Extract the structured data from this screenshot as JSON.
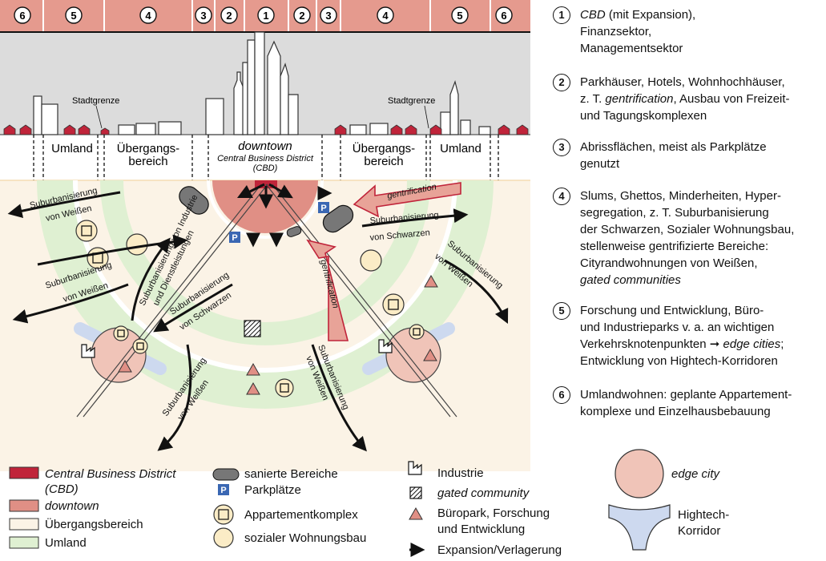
{
  "colors": {
    "cbd": "#c0243a",
    "downtown": "#e08f85",
    "uebergang": "#fbf3e6",
    "umland": "#dff0d2",
    "sky": "#dcdcdc",
    "header": "#e59a8e",
    "sanierte": "#777777",
    "parking": "#3a67b3",
    "appt": "#fbecc6",
    "edgecity": "#f0c4b8",
    "hightech": "#cdd9ef"
  },
  "header_numbers": [
    "6",
    "5",
    "4",
    "3",
    "2",
    "1",
    "2",
    "3",
    "4",
    "5",
    "6"
  ],
  "zones": {
    "umland_left": "Umland",
    "uebergang_left_1": "Übergangs-",
    "uebergang_left_2": "bereich",
    "downtown": "downtown",
    "cbd_1": "Central Business District",
    "cbd_2": "(CBD)",
    "uebergang_right_1": "Übergangs-",
    "uebergang_right_2": "bereich",
    "umland_right": "Umland",
    "stadtgrenze_left": "Stadtgrenze",
    "stadtgrenze_right": "Stadtgrenze"
  },
  "map_labels": {
    "sub_weissen_1a": "Suburbanisierung",
    "sub_weissen_1b": "von Weißen",
    "sub_schwarzen_1a": "Suburbanisierung",
    "sub_schwarzen_1b": "von Schwarzen",
    "gentrification_1": "gentrification",
    "gentrification_2": "gentrification",
    "sub_industrie_a": "Suburbanisierung von Industrie",
    "sub_industrie_b": "und Dienstleistungen",
    "sub_weissen_2a": "Suburbanisierung",
    "sub_weissen_2b": "von Weißen",
    "sub_weissen_3a": "Suburbanisierung",
    "sub_weissen_3b": "von Weißen",
    "sub_schwarzen_2a": "Suburbanisierung",
    "sub_schwarzen_2b": "von Schwarzen",
    "sub_weissen_4a": "Suburbanisierung",
    "sub_weissen_4b": "von Weißen",
    "sub_weissen_5a": "Suburbanisierung",
    "sub_weissen_5b": "von Weißen",
    "parking_letter": "P"
  },
  "numbered_legend": [
    {
      "num": "1",
      "lines": [
        [
          {
            "t": "CBD",
            "i": true
          },
          {
            "t": " (mit Expansion),",
            "i": false
          }
        ],
        [
          {
            "t": "Finanzsektor,",
            "i": false
          }
        ],
        [
          {
            "t": "Managementsektor",
            "i": false
          }
        ]
      ]
    },
    {
      "num": "2",
      "lines": [
        [
          {
            "t": "Parkhäuser, Hotels, Wohnhochhäuser,",
            "i": false
          }
        ],
        [
          {
            "t": "z. T. ",
            "i": false
          },
          {
            "t": "gentrification",
            "i": true
          },
          {
            "t": ", Ausbau von Freizeit-",
            "i": false
          }
        ],
        [
          {
            "t": "und Tagungskomplexen",
            "i": false
          }
        ]
      ]
    },
    {
      "num": "3",
      "lines": [
        [
          {
            "t": "Abrissflächen, meist als Parkplätze",
            "i": false
          }
        ],
        [
          {
            "t": "genutzt",
            "i": false
          }
        ]
      ]
    },
    {
      "num": "4",
      "lines": [
        [
          {
            "t": "Slums, Ghettos, Minderheiten, Hyper-",
            "i": false
          }
        ],
        [
          {
            "t": "segregation, z. T. Suburbanisierung",
            "i": false
          }
        ],
        [
          {
            "t": "der Schwarzen, Sozialer Wohnungsbau,",
            "i": false
          }
        ],
        [
          {
            "t": "stellenweise gentrifizierte Bereiche:",
            "i": false
          }
        ],
        [
          {
            "t": "Cityrandwohnungen von Weißen,",
            "i": false
          }
        ],
        [
          {
            "t": "gated communities",
            "i": true
          }
        ]
      ]
    },
    {
      "num": "5",
      "lines": [
        [
          {
            "t": "Forschung und Entwicklung, Büro-",
            "i": false
          }
        ],
        [
          {
            "t": "und Industrieparks v. a. an wichtigen",
            "i": false
          }
        ],
        [
          {
            "t": "Verkehrsknotenpunkten ",
            "i": false
          },
          {
            "t": "➞ ",
            "i": false
          },
          {
            "t": "edge cities",
            "i": true
          },
          {
            "t": ";",
            "i": false
          }
        ],
        [
          {
            "t": "Entwicklung von Hightech-Korridoren",
            "i": false
          }
        ]
      ]
    },
    {
      "num": "6",
      "lines": [
        [
          {
            "t": "Umlandwohnen: geplante Appartement-",
            "i": false
          }
        ],
        [
          {
            "t": "komplexe und Einzelhausbebauung",
            "i": false
          }
        ]
      ]
    }
  ],
  "legend": {
    "cbd_1": "Central Business District",
    "cbd_2": "(CBD)",
    "downtown": "downtown",
    "uebergang": "Übergangsbereich",
    "umland": "Umland",
    "sanierte": "sanierte Bereiche",
    "parkplaetze": "Parkplätze",
    "appartement": "Appartementkomplex",
    "sozial": "sozialer Wohnungsbau",
    "industrie": "Industrie",
    "gated": "gated community",
    "buero_1": "Büropark, Forschung",
    "buero_2": "und Entwicklung",
    "expansion": "Expansion/Verlagerung",
    "edge_city": "edge city",
    "hightech_1": "Hightech-",
    "hightech_2": "Korridor"
  }
}
